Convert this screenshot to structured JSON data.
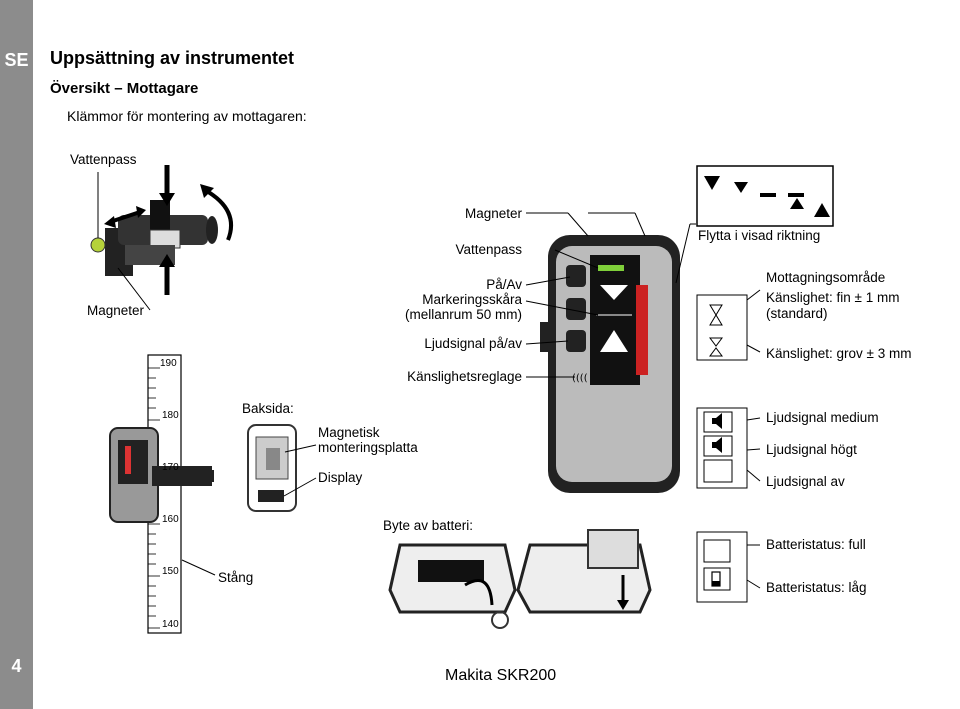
{
  "sidebar": {
    "lang": "SE",
    "page_number": "4"
  },
  "header": {
    "title": "Uppsättning av instrumentet",
    "subtitle": "Översikt – Mottagare",
    "intro": "Klämmor för montering av mottagaren:"
  },
  "clamp_labels": {
    "level": "Vattenpass",
    "magnets": "Magneter"
  },
  "rod": {
    "label": "Stång",
    "ticks": [
      "190",
      "180",
      "170",
      "160",
      "150",
      "140"
    ]
  },
  "back": {
    "heading": "Baksida:",
    "magnetic_plate": "Magnetisk monteringsplatta",
    "display": "Display"
  },
  "front_labels": {
    "magnets": "Magneter",
    "level": "Vattenpass",
    "power": "På/Av",
    "notch": "Markeringsskåra",
    "notch_note": "(mellanrum 50 mm)",
    "sound": "Ljudsignal på/av",
    "sensitivity": "Känslighetsreglage"
  },
  "battery_change": {
    "label": "Byte av batteri:"
  },
  "display_legend": {
    "move": "Flytta i visad riktning",
    "reception": "Mottagningsområde",
    "fine": "Känslighet: fin ± 1 mm",
    "fine_note": "(standard)",
    "coarse": "Känslighet: grov ± 3 mm",
    "sound_medium": "Ljudsignal medium",
    "sound_high": "Ljudsignal högt",
    "sound_off": "Ljudsignal av",
    "battery_full": "Batteristatus: full",
    "battery_low": "Batteristatus: låg"
  },
  "footer": {
    "model": "Makita SKR200"
  }
}
